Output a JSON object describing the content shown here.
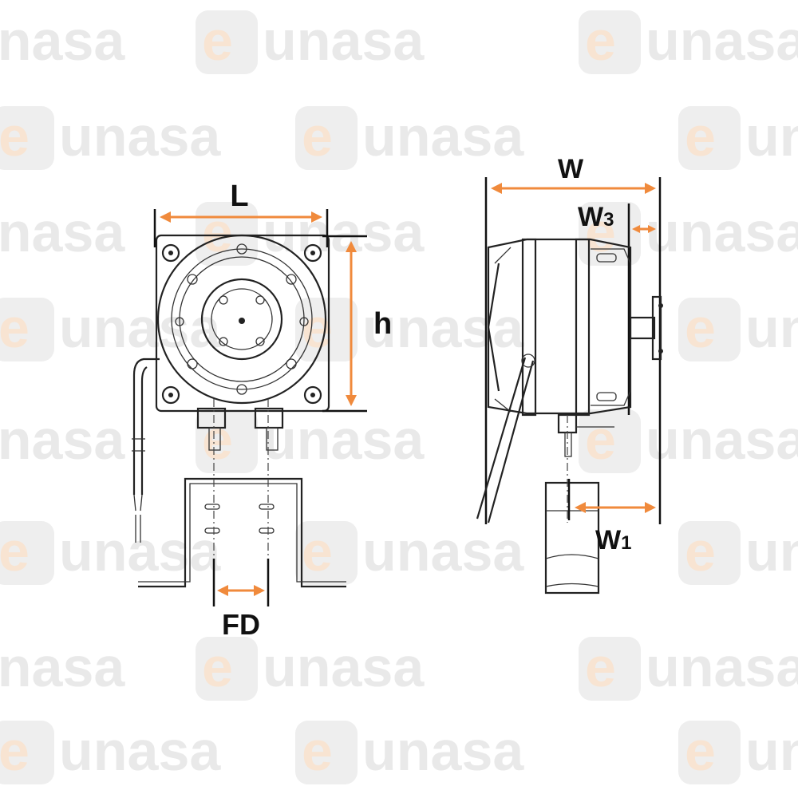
{
  "watermark": {
    "prefix": "e",
    "text": "unasa"
  },
  "labels": {
    "L": "L",
    "h": "h",
    "FD": "FD",
    "W": "W",
    "W3": "W",
    "W3_sub": "3",
    "W1": "W",
    "W1_sub": "1"
  },
  "colors": {
    "accent": "#f08a3c",
    "line": "#222222",
    "watermark": "#e9e9e9"
  }
}
